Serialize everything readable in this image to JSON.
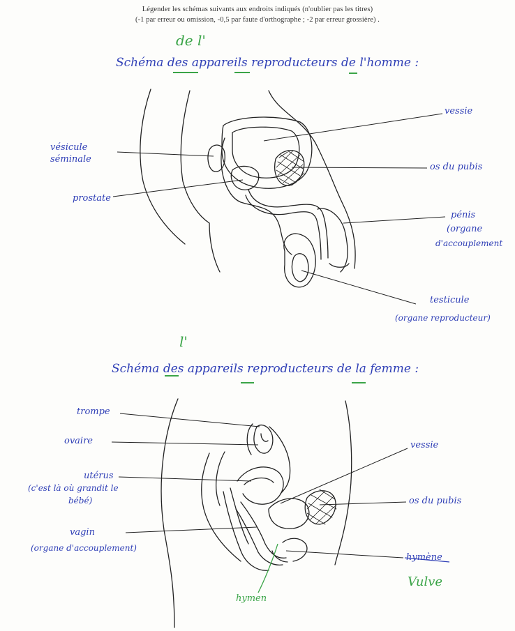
{
  "instructions": {
    "line1": "Légender les schémas suivants aux endroits indiqués (n'oublier pas les titres)",
    "line2": "(-1 par erreur ou omission, -0,5 par faute d'orthographe ; -2 par erreur grossière) ."
  },
  "male": {
    "title": "Schéma des appareils reproducteurs de l'homme :",
    "correction": "de l'",
    "labels": {
      "vessie": "vessie",
      "vesicule_1": "vésicule",
      "vesicule_2": "séminale",
      "os_pubis": "os du pubis",
      "prostate": "prostate",
      "penis_1": "pénis",
      "penis_2": "(organe",
      "penis_3": "d'accouplement",
      "testicule_1": "testicule",
      "testicule_2": "(organe reproducteur)"
    }
  },
  "female": {
    "title": "Schéma des appareils reproducteurs de la femme :",
    "correction": "l'",
    "labels": {
      "trompe": "trompe",
      "ovaire": "ovaire",
      "uterus_1": "utérus",
      "uterus_2": "(c'est là où grandit le",
      "uterus_3": "bébé)",
      "vessie": "vessie",
      "os_pubis": "os du pubis",
      "vagin_1": "vagin",
      "vagin_2": "(organe d'accouplement)",
      "hymen_struck": "hymène",
      "vulve": "Vulve",
      "hymen_bottom": "hymen"
    }
  },
  "colors": {
    "ink_blue": "#2f3fb6",
    "ink_green": "#3aa447",
    "pencil": "#222222"
  }
}
